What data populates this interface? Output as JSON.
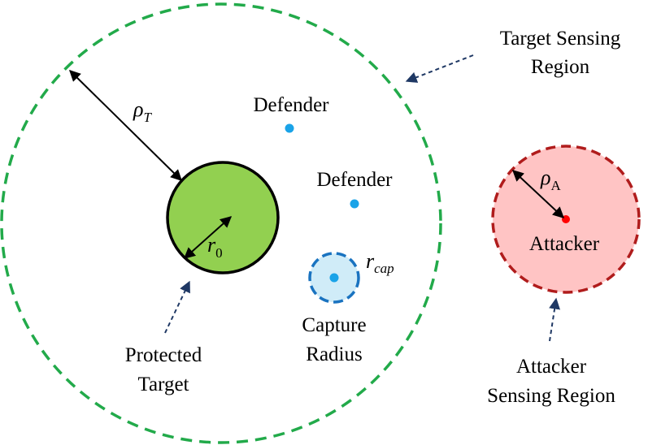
{
  "labels": {
    "target_sensing_region_line1": "Target Sensing",
    "target_sensing_region_line2": "Region",
    "defender_1": "Defender",
    "defender_2": "Defender",
    "attacker": "Attacker",
    "capture_radius_line1": "Capture",
    "capture_radius_line2": "Radius",
    "protected_target_line1": "Protected",
    "protected_target_line2": "Target",
    "attacker_sensing_region_line1": "Attacker",
    "attacker_sensing_region_line2": "Sensing Region"
  },
  "symbols": {
    "rho_T": {
      "base": "ρ",
      "sub": "T"
    },
    "rho_A": {
      "base": "ρ",
      "sub": "A"
    },
    "r_0": {
      "base": "r",
      "sub": "0"
    },
    "r_cap": {
      "base": "r",
      "sub": "cap"
    }
  },
  "colors": {
    "target_sensing_boundary": "#22aa4a",
    "protected_target_fill": "#92d050",
    "attacker_region_fill": "#ffc4c4",
    "attacker_region_stroke": "#b01c1c",
    "attacker_point": "#ff0000",
    "defender_point": "#1aa3e8",
    "capture_fill": "#d0ecf8",
    "capture_stroke": "#1a73c0",
    "pointer_arrow": "#1f3864"
  }
}
